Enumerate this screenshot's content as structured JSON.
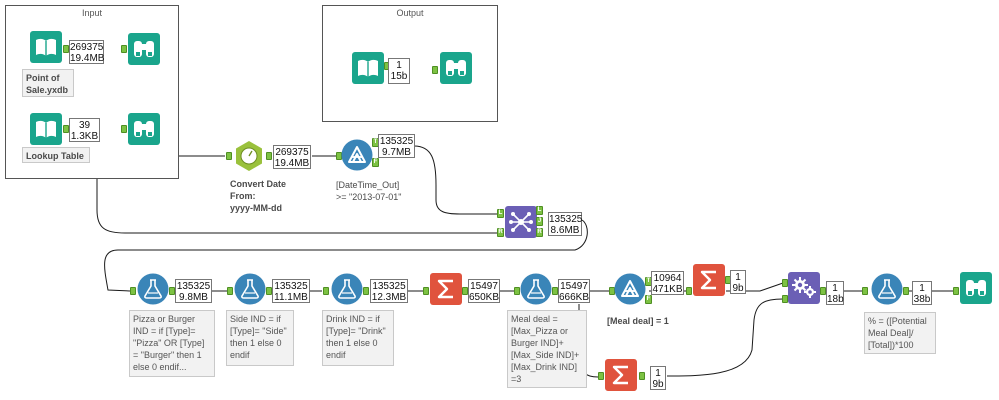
{
  "containers": {
    "input": {
      "title": "Input"
    },
    "output": {
      "title": "Output"
    }
  },
  "tools": {
    "input_pos": {
      "icon": "input-data-icon"
    },
    "browse_pos": {
      "icon": "browse-icon"
    },
    "input_lookup": {
      "icon": "input-data-icon"
    },
    "browse_lookup": {
      "icon": "browse-icon"
    },
    "output_input": {
      "icon": "input-data-icon"
    },
    "output_browse": {
      "icon": "browse-icon"
    },
    "datetime": {
      "icon": "datetime-icon"
    },
    "filter1": {
      "icon": "filter-icon"
    },
    "join": {
      "icon": "join-icon"
    },
    "formula1": {
      "icon": "formula-icon"
    },
    "formula2": {
      "icon": "formula-icon"
    },
    "formula3": {
      "icon": "formula-icon"
    },
    "summarize1": {
      "icon": "summarize-icon"
    },
    "formula4": {
      "icon": "formula-icon"
    },
    "filter2": {
      "icon": "filter-icon"
    },
    "summarize2": {
      "icon": "summarize-icon"
    },
    "summarize3": {
      "icon": "summarize-icon"
    },
    "append": {
      "icon": "append-fields-icon"
    },
    "formula5": {
      "icon": "formula-icon"
    },
    "browse_final": {
      "icon": "browse-icon"
    }
  },
  "counts": {
    "c_pos": {
      "records": "269375",
      "size": "19.4MB"
    },
    "c_lookup": {
      "records": "39",
      "size": "1.3KB"
    },
    "c_out": {
      "records": "1",
      "size": "15b"
    },
    "c_datetime": {
      "records": "269375",
      "size": "19.4MB"
    },
    "c_filter1": {
      "records": "135325",
      "size": "9.7MB"
    },
    "c_join": {
      "records": "135325",
      "size": "8.6MB"
    },
    "c_f1": {
      "records": "135325",
      "size": "9.8MB"
    },
    "c_f2": {
      "records": "135325",
      "size": "11.1MB"
    },
    "c_f3": {
      "records": "135325",
      "size": "12.3MB"
    },
    "c_sum1": {
      "records": "15497",
      "size": "650KB"
    },
    "c_f4": {
      "records": "15497",
      "size": "666KB"
    },
    "c_filter2": {
      "records": "10964",
      "size": "471KB"
    },
    "c_sum2": {
      "records": "1",
      "size": "9b"
    },
    "c_sum3": {
      "records": "1",
      "size": "9b"
    },
    "c_append": {
      "records": "1",
      "size": "18b"
    },
    "c_f5": {
      "records": "1",
      "size": "38b"
    }
  },
  "annotations": {
    "pos": "Point of\nSale.yxdb",
    "lookup": "Lookup Table",
    "datetime": "Convert Date\nFrom:\nyyyy-MM-dd",
    "filter1": "[DateTime_Out]\n>= \"2013-07-01\"",
    "f1": "Pizza or Burger\nIND = if [Type]=\n\"Pizza\" OR [Type]\n= \"Burger\" then 1\nelse 0 endif...",
    "f2": "Side IND = if\n[Type]= \"Side\"\nthen 1 else 0\nendif",
    "f3": "Drink IND = if\n[Type]= \"Drink\"\nthen 1 else 0\nendif",
    "f4": "Meal deal =\n[Max_Pizza or\nBurger IND]+\n[Max_Side IND]+\n[Max_Drink IND]\n=3",
    "filter2": "[Meal deal] = 1",
    "f5": "% = ([Potential\nMeal Deal]/\n[Total])*100"
  },
  "anchors": {
    "true": "T",
    "false": "F",
    "left": "L",
    "join": "J",
    "right": "R"
  },
  "colors": {
    "input_output": "#1aa58c",
    "preparation": "#3a85b8",
    "parse": "#9ac13c",
    "join": "#6b5fb5",
    "transform": "#e0533d",
    "connector": "#7dc243",
    "wire": "#1a1a1a"
  }
}
